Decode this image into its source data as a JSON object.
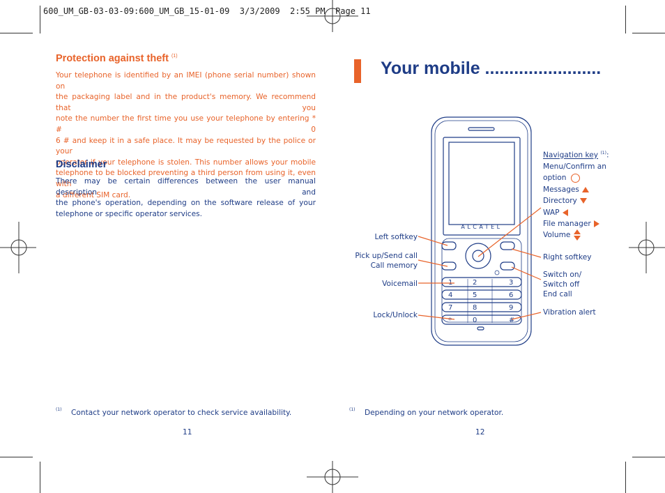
{
  "slug": "600_UM_GB-03-03-09:600_UM_GB_15-01-09  3/3/2009  2:55 PM  Page 11",
  "left_page": {
    "theft": {
      "heading": "Protection against theft",
      "note_mark": "(1)",
      "lines": [
        "Your telephone is identified by an IMEI (phone serial number) shown on",
        "the packaging label and in the product's memory. We recommend that you",
        "note the number the first time you use your telephone by entering * # 0",
        "6 # and keep it in a safe place. It may be requested by the police or your",
        "operator if your telephone is stolen. This number allows your mobile",
        "telephone to be blocked preventing a third person from using it, even with",
        "a different SIM card."
      ]
    },
    "disclaimer": {
      "heading": "Disclaimer",
      "lines": [
        "There may be certain differences between the user manual description and",
        "the phone's operation, depending on the software release of your",
        "telephone or specific operator services."
      ]
    },
    "footnote_mark": "(1)",
    "footnote": "Contact your network operator to check service availability.",
    "page_number": "11"
  },
  "right_page": {
    "title": "Your mobile ........................",
    "phone_brand": "ALCATEL",
    "keypad": [
      [
        "1",
        "2",
        "3"
      ],
      [
        "4",
        "5",
        "6"
      ],
      [
        "7",
        "8",
        "9"
      ],
      [
        "*",
        "0",
        "#"
      ]
    ],
    "labels": {
      "left_softkey": "Left softkey",
      "pickup_line1": "Pick up/Send call",
      "pickup_line2": "Call memory",
      "voicemail": "Voicemail",
      "lock": "Lock/Unlock",
      "nav_key": "Navigation key",
      "nav_mark": "(1)",
      "nav_colon": ":",
      "menu_confirm": "Menu/Confirm  an",
      "option": "option",
      "messages": "Messages",
      "directory": "Directory",
      "wap": "WAP",
      "file_manager": "File manager",
      "volume": "Volume",
      "right_softkey": "Right softkey",
      "switch_on": "Switch on/",
      "switch_off": "Switch off",
      "end_call": "End call",
      "vibration": "Vibration alert"
    },
    "footnote_mark": "(1)",
    "footnote": "Depending on your network operator.",
    "page_number": "12"
  },
  "colors": {
    "accent": "#e8632a",
    "primary": "#1e3c86"
  }
}
